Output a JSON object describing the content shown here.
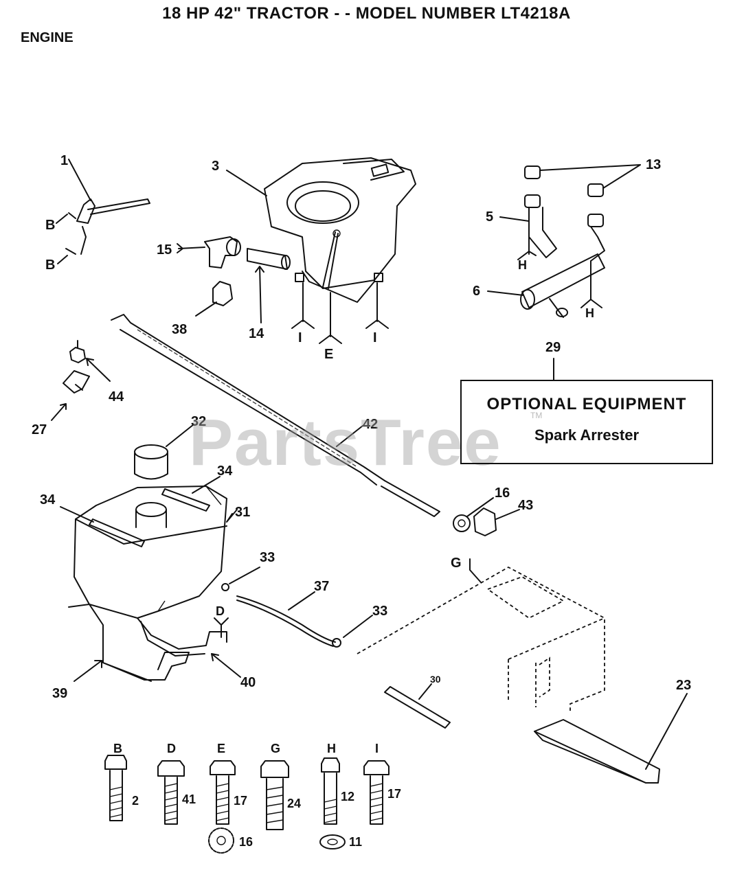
{
  "title": "18 HP 42\" TRACTOR - - MODEL NUMBER LT4218A",
  "section": "ENGINE",
  "watermark": "PartsTree",
  "watermark_tm": "TM",
  "optional_box": {
    "ref": "29",
    "title": "OPTIONAL EQUIPMENT",
    "item": "Spark Arrester"
  },
  "callouts": {
    "c1": "1",
    "c3": "3",
    "c13": "13",
    "c5": "5",
    "c15": "15",
    "c6": "6",
    "c14": "14",
    "c38": "38",
    "c44": "44",
    "c27": "27",
    "c32": "32",
    "c42": "42",
    "c34a": "34",
    "c34b": "34",
    "c31": "31",
    "c16": "16",
    "c43": "43",
    "c33a": "33",
    "c37": "37",
    "c33b": "33",
    "c39": "39",
    "c40": "40",
    "c30": "30",
    "c23": "23"
  },
  "refs": {
    "b1": "B",
    "b2": "B",
    "h1": "H",
    "h2": "H",
    "i1": "I",
    "i2": "I",
    "e": "E",
    "d": "D",
    "g": "G"
  },
  "hardware": [
    {
      "letter": "B",
      "part": "2"
    },
    {
      "letter": "D",
      "part": "41"
    },
    {
      "letter": "E",
      "part": "17",
      "washer": "16"
    },
    {
      "letter": "G",
      "part": "24"
    },
    {
      "letter": "H",
      "part": "12",
      "washer": "11"
    },
    {
      "letter": "I",
      "part": "17"
    }
  ]
}
